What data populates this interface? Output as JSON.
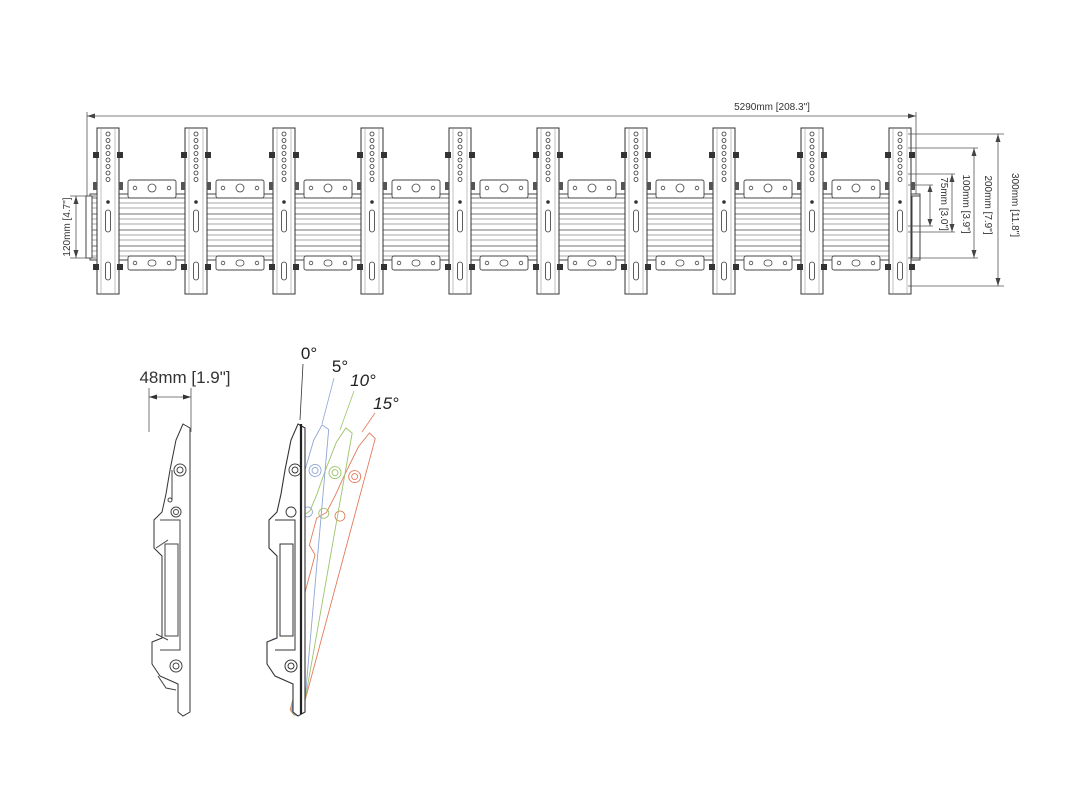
{
  "dimensions": {
    "overall_width": "5290mm [208.3\"]",
    "rail_height": "120mm [4.7\"]",
    "height_300": "300mm [11.8\"]",
    "height_200": "200mm [7.9\"]",
    "height_100": "100mm [3.9\"]",
    "height_75": "75mm [3.0\"]",
    "depth": "48mm [1.9\"]"
  },
  "tilt_angles": [
    {
      "label": "0°",
      "color": "#333333"
    },
    {
      "label": "5°",
      "color": "#8fa6d6"
    },
    {
      "label": "10°",
      "color": "#9cc36a"
    },
    {
      "label": "15°",
      "color": "#e27a5a"
    }
  ],
  "bracket_count": 10,
  "rail_count": 2
}
